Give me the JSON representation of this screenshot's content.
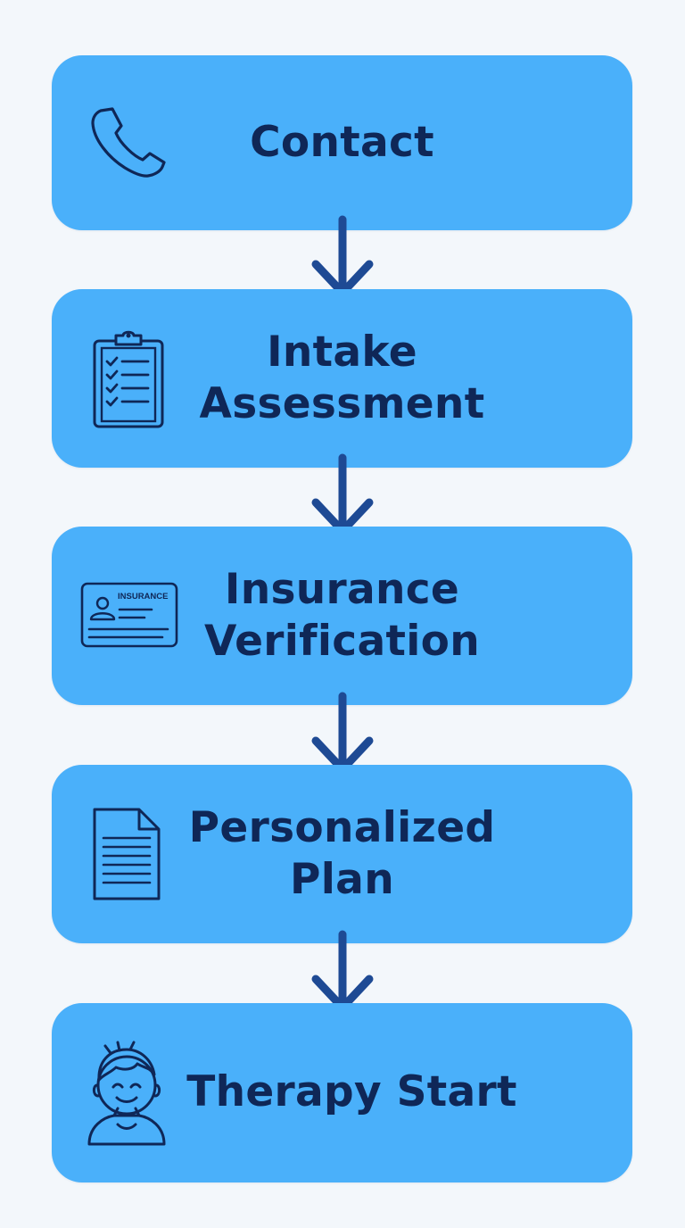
{
  "steps": [
    {
      "label": "Contact",
      "icon": "phone-icon"
    },
    {
      "label": "Intake\nAssessment",
      "icon": "clipboard-checklist-icon"
    },
    {
      "label": "Insurance\nVerification",
      "icon": "insurance-card-icon",
      "icon_text": "INSURANCE"
    },
    {
      "label": "Personalized\nPlan",
      "icon": "document-icon"
    },
    {
      "label": "Therapy Start",
      "icon": "smiling-child-icon"
    }
  ],
  "colors": {
    "background": "#f3f7fb",
    "box": "#4ab0fa",
    "text": "#0f2757",
    "arrow": "#1e4a94"
  }
}
